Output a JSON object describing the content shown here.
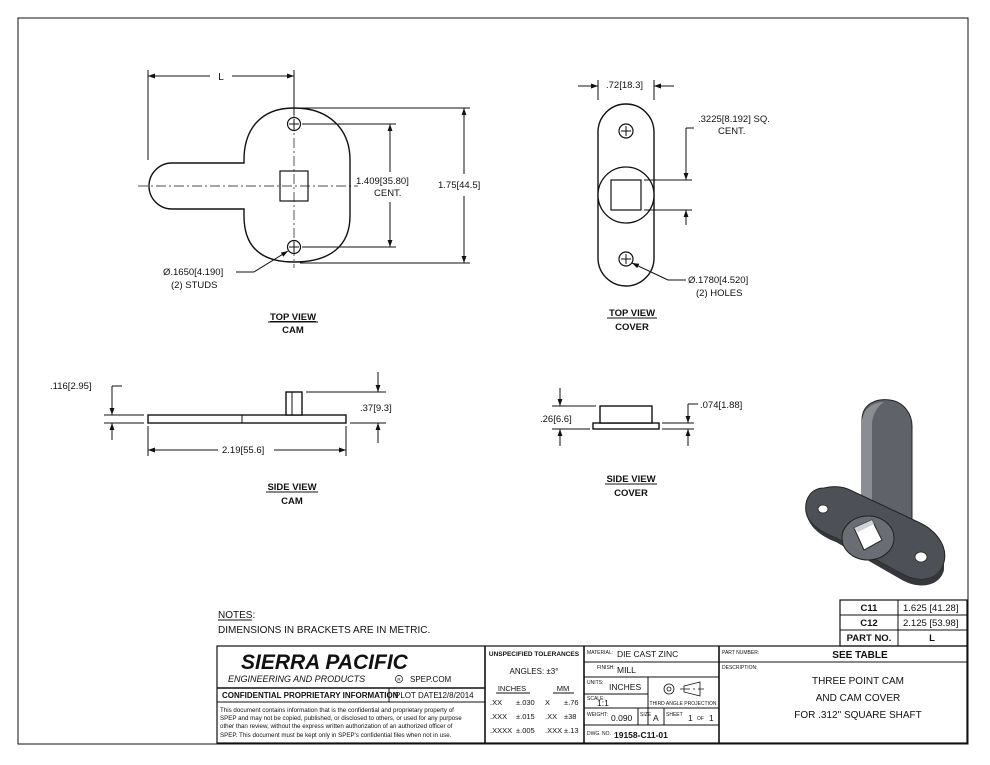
{
  "views": {
    "top_cam": {
      "title": "TOP VIEW",
      "subtitle": "CAM"
    },
    "top_cover": {
      "title": "TOP VIEW",
      "subtitle": "COVER"
    },
    "side_cam": {
      "title": "SIDE VIEW",
      "subtitle": "CAM"
    },
    "side_cover": {
      "title": "SIDE VIEW",
      "subtitle": "COVER"
    }
  },
  "dimensions": {
    "cam_length": "L",
    "cam_cent": "1.409",
    "cam_cent_metric": "35.80",
    "cam_cent_label": "CENT.",
    "cam_height": "1.75",
    "cam_height_metric": "44.5",
    "stud_dia": "Ø.1650",
    "stud_dia_metric": "4.190",
    "stud_note": "(2) STUDS",
    "cover_width": ".72",
    "cover_width_metric": "18.3",
    "cover_sq": ".3225",
    "cover_sq_metric": "8.192",
    "cover_sq_suffix": "SQ.",
    "cover_sq_label": "CENT.",
    "hole_dia": "Ø.1780",
    "hole_dia_metric": "4.520",
    "hole_note": "(2) HOLES",
    "cam_plate": ".116",
    "cam_plate_metric": "2.95",
    "cam_total": ".37",
    "cam_total_metric": "9.3",
    "cam_side_len": "2.19",
    "cam_side_len_metric": "55.6",
    "cover_h": ".26",
    "cover_h_metric": "6.6",
    "cover_flange": ".074",
    "cover_flange_metric": "1.88"
  },
  "notes": {
    "title": "NOTES:",
    "line1": "DIMENSIONS IN BRACKETS ARE IN METRIC."
  },
  "part_table": {
    "rows": [
      {
        "part": "C11",
        "value": "1.625 [41.28]"
      },
      {
        "part": "C12",
        "value": "2.125 [53.98]"
      }
    ],
    "header_part": "PART NO.",
    "header_value": "L"
  },
  "title_block": {
    "company": "SIERRA PACIFIC",
    "company_sub": "ENGINEERING AND PRODUCTS",
    "registered": "R",
    "website": "SPEP.COM",
    "confidential": "CONFIDENTIAL PROPRIETARY INFORMATION",
    "plot_date_label": "PLOT DATE:",
    "plot_date": "12/8/2014",
    "legal": [
      "This document contains information that is the confidential and proprietary property of",
      "SPEP and may not be copied, published, or disclosed to others, or used for any purpose",
      "other than review, without the express written authorization of an authorized officer of",
      "SPEP. This document must be kept only in SPEP's confidential files when not in use."
    ],
    "tol_title": "UNSPECIFIED TOLERANCES",
    "angles": "ANGLES: ±3°",
    "inches_hdr": "INCHES",
    "mm_hdr": "MM",
    "tol_rows": [
      {
        "in_fmt": ".XX",
        "in_tol": "±.030",
        "mm_fmt": "X",
        "mm_tol": "±.76"
      },
      {
        "in_fmt": ".XXX",
        "in_tol": "±.015",
        "mm_fmt": ".XX",
        "mm_tol": "±38"
      },
      {
        "in_fmt": ".XXXX",
        "in_tol": "±.005",
        "mm_fmt": ".XXX",
        "mm_tol": "±.13"
      }
    ],
    "material_label": "MATERIAL:",
    "material": "DIE CAST ZINC",
    "finish_label": "FINISH:",
    "finish": "MILL",
    "units_label": "UNITS:",
    "units": "INCHES",
    "projection": "THIRD ANGLE PROJECTION",
    "scale_label": "SCALE:",
    "scale": "1:1",
    "weight_label": "WEIGHT:",
    "weight": "0.090",
    "size_label": "SIZE",
    "size": "A",
    "sheet_label": "SHEET",
    "sheet": "1",
    "of_label": "OF",
    "of": "1",
    "dwg_label": "DWG. NO.",
    "dwg": "19158-C11-01",
    "partnumber_label": "PART NUMBER:",
    "partnumber": "SEE TABLE",
    "description_label": "DESCRIPTION:",
    "desc1": "THREE POINT CAM",
    "desc2": "AND CAM COVER",
    "desc3": "FOR .312\" SQUARE SHAFT"
  }
}
